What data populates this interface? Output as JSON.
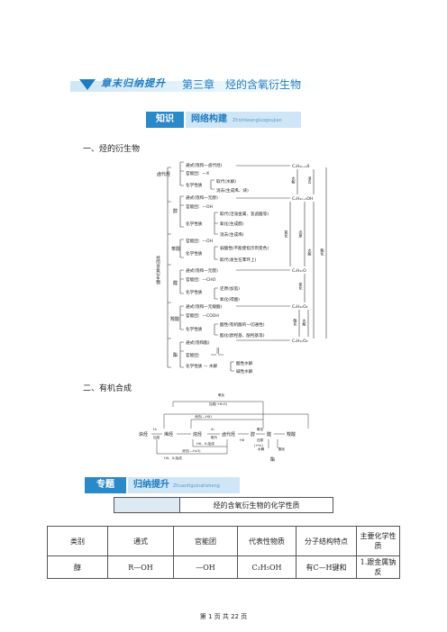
{
  "banner": {
    "left_text": "章末归纳提升",
    "title": "第三章　烃的含氧衍生物"
  },
  "knowledge_tag": {
    "left": "知识",
    "right": "网络构建",
    "sub": "Zhishiwangluogoujian"
  },
  "sections": {
    "s1": "一、烃的衍生物",
    "s2": "二、有机合成"
  },
  "tree": {
    "root": "烃的含氧衍生物",
    "halo": {
      "name": "卤代烃",
      "general": "通式(饱和一卤代烃)",
      "group": "官能团：—X",
      "props": "化学性质",
      "p1": "取代(水解)",
      "p2": "消去(生成烯、炔)",
      "formula": "CₙH₂ₙ₊₁X"
    },
    "alcohol": {
      "name": "醇",
      "general": "通式(饱和一元醇)",
      "group": "官能团：—OH",
      "props": "化学性质",
      "p1": "取代(活泼金属、氢卤酸等)",
      "p2": "氧化(生成醛)",
      "p3": "消去(生成烯)",
      "formula": "CₙH₂ₙ₊₁OH"
    },
    "phenol": {
      "name": "苯酚",
      "group": "官能团：—OH",
      "props": "化学性质",
      "p1": "弱酸性(不能使指示剂变色)",
      "p2": "取代(发生在苯环上)"
    },
    "aldehyde": {
      "name": "醛",
      "general": "通式(饱和一元醛)",
      "group": "官能团：—CHO",
      "props": "化学性质",
      "p1": "还原(加氢)",
      "p2": "氧化(得酸)",
      "formula": "CₙH₂ₙO"
    },
    "acid": {
      "name": "羧酸",
      "general": "通式(饱和一元羧酸)",
      "group": "官能团：—COOH",
      "props": "化学性质",
      "p1": "酸性(有机酸的一切通性)",
      "p2": "酯化(醇羟基、酚羟基等)",
      "formula": "CₙH₂ₙO₂"
    },
    "ester": {
      "name": "酯",
      "general": "通式(饱和酯)",
      "group": "官能团：",
      "props": "化学性质 — 水解",
      "p1": "酸性水解",
      "p2": "碱性水解",
      "formula": "CₙH₂ₙO₂"
    },
    "side": {
      "shuijie": "水解",
      "xiaoqu": "消去",
      "jiacheng": "加成",
      "yanghua": "氧化",
      "huanyuan": "还原",
      "yanghua2": "氧化",
      "shuijie2": "水解",
      "shuijie3": "水解",
      "zhihua": "酯化",
      "zhihua2": "酯化"
    }
  },
  "synthesis": {
    "alkyne": "炔烃",
    "alkene": "烯烃",
    "alkane": "烷烃",
    "halo": "卤代烃",
    "alcohol": "醇",
    "aldehyde": "醛",
    "acid": "羧酸",
    "ester": "酯",
    "h2": "H₂",
    "add": "加成",
    "x2": "X₂",
    "sub": "取代",
    "hx": "HX",
    "oxidation": "氧化",
    "reduction": "还原",
    "hydrolysis": "水解",
    "esterify": "酯化",
    "elim": "消去(—HX)",
    "elim2": "消去(—H₂O)",
    "hx_add": "HX、X₂加成",
    "hx_add2": "HX、X₂加成",
    "oxid_top": "氧化",
    "add_h2o": "加成(+H₂O)",
    "plus_h2": "(+H₂)"
  },
  "topic_tag": {
    "left": "专题",
    "right": "归纳提升",
    "sub": "Zhuantiguinatisheng"
  },
  "table_small": {
    "label": "",
    "title": "烃的含氧衍生物的化学性质"
  },
  "table_main": {
    "headers": [
      "类别",
      "通式",
      "官能团",
      "代表性物质",
      "分子结构特点",
      "主要化学性质"
    ],
    "row1": [
      "醇",
      "R—OH",
      "—OH",
      "C₂H₅OH",
      "有C—H键和",
      "1.跟金属钠反"
    ]
  },
  "footer": "第 1 页 共 22 页"
}
